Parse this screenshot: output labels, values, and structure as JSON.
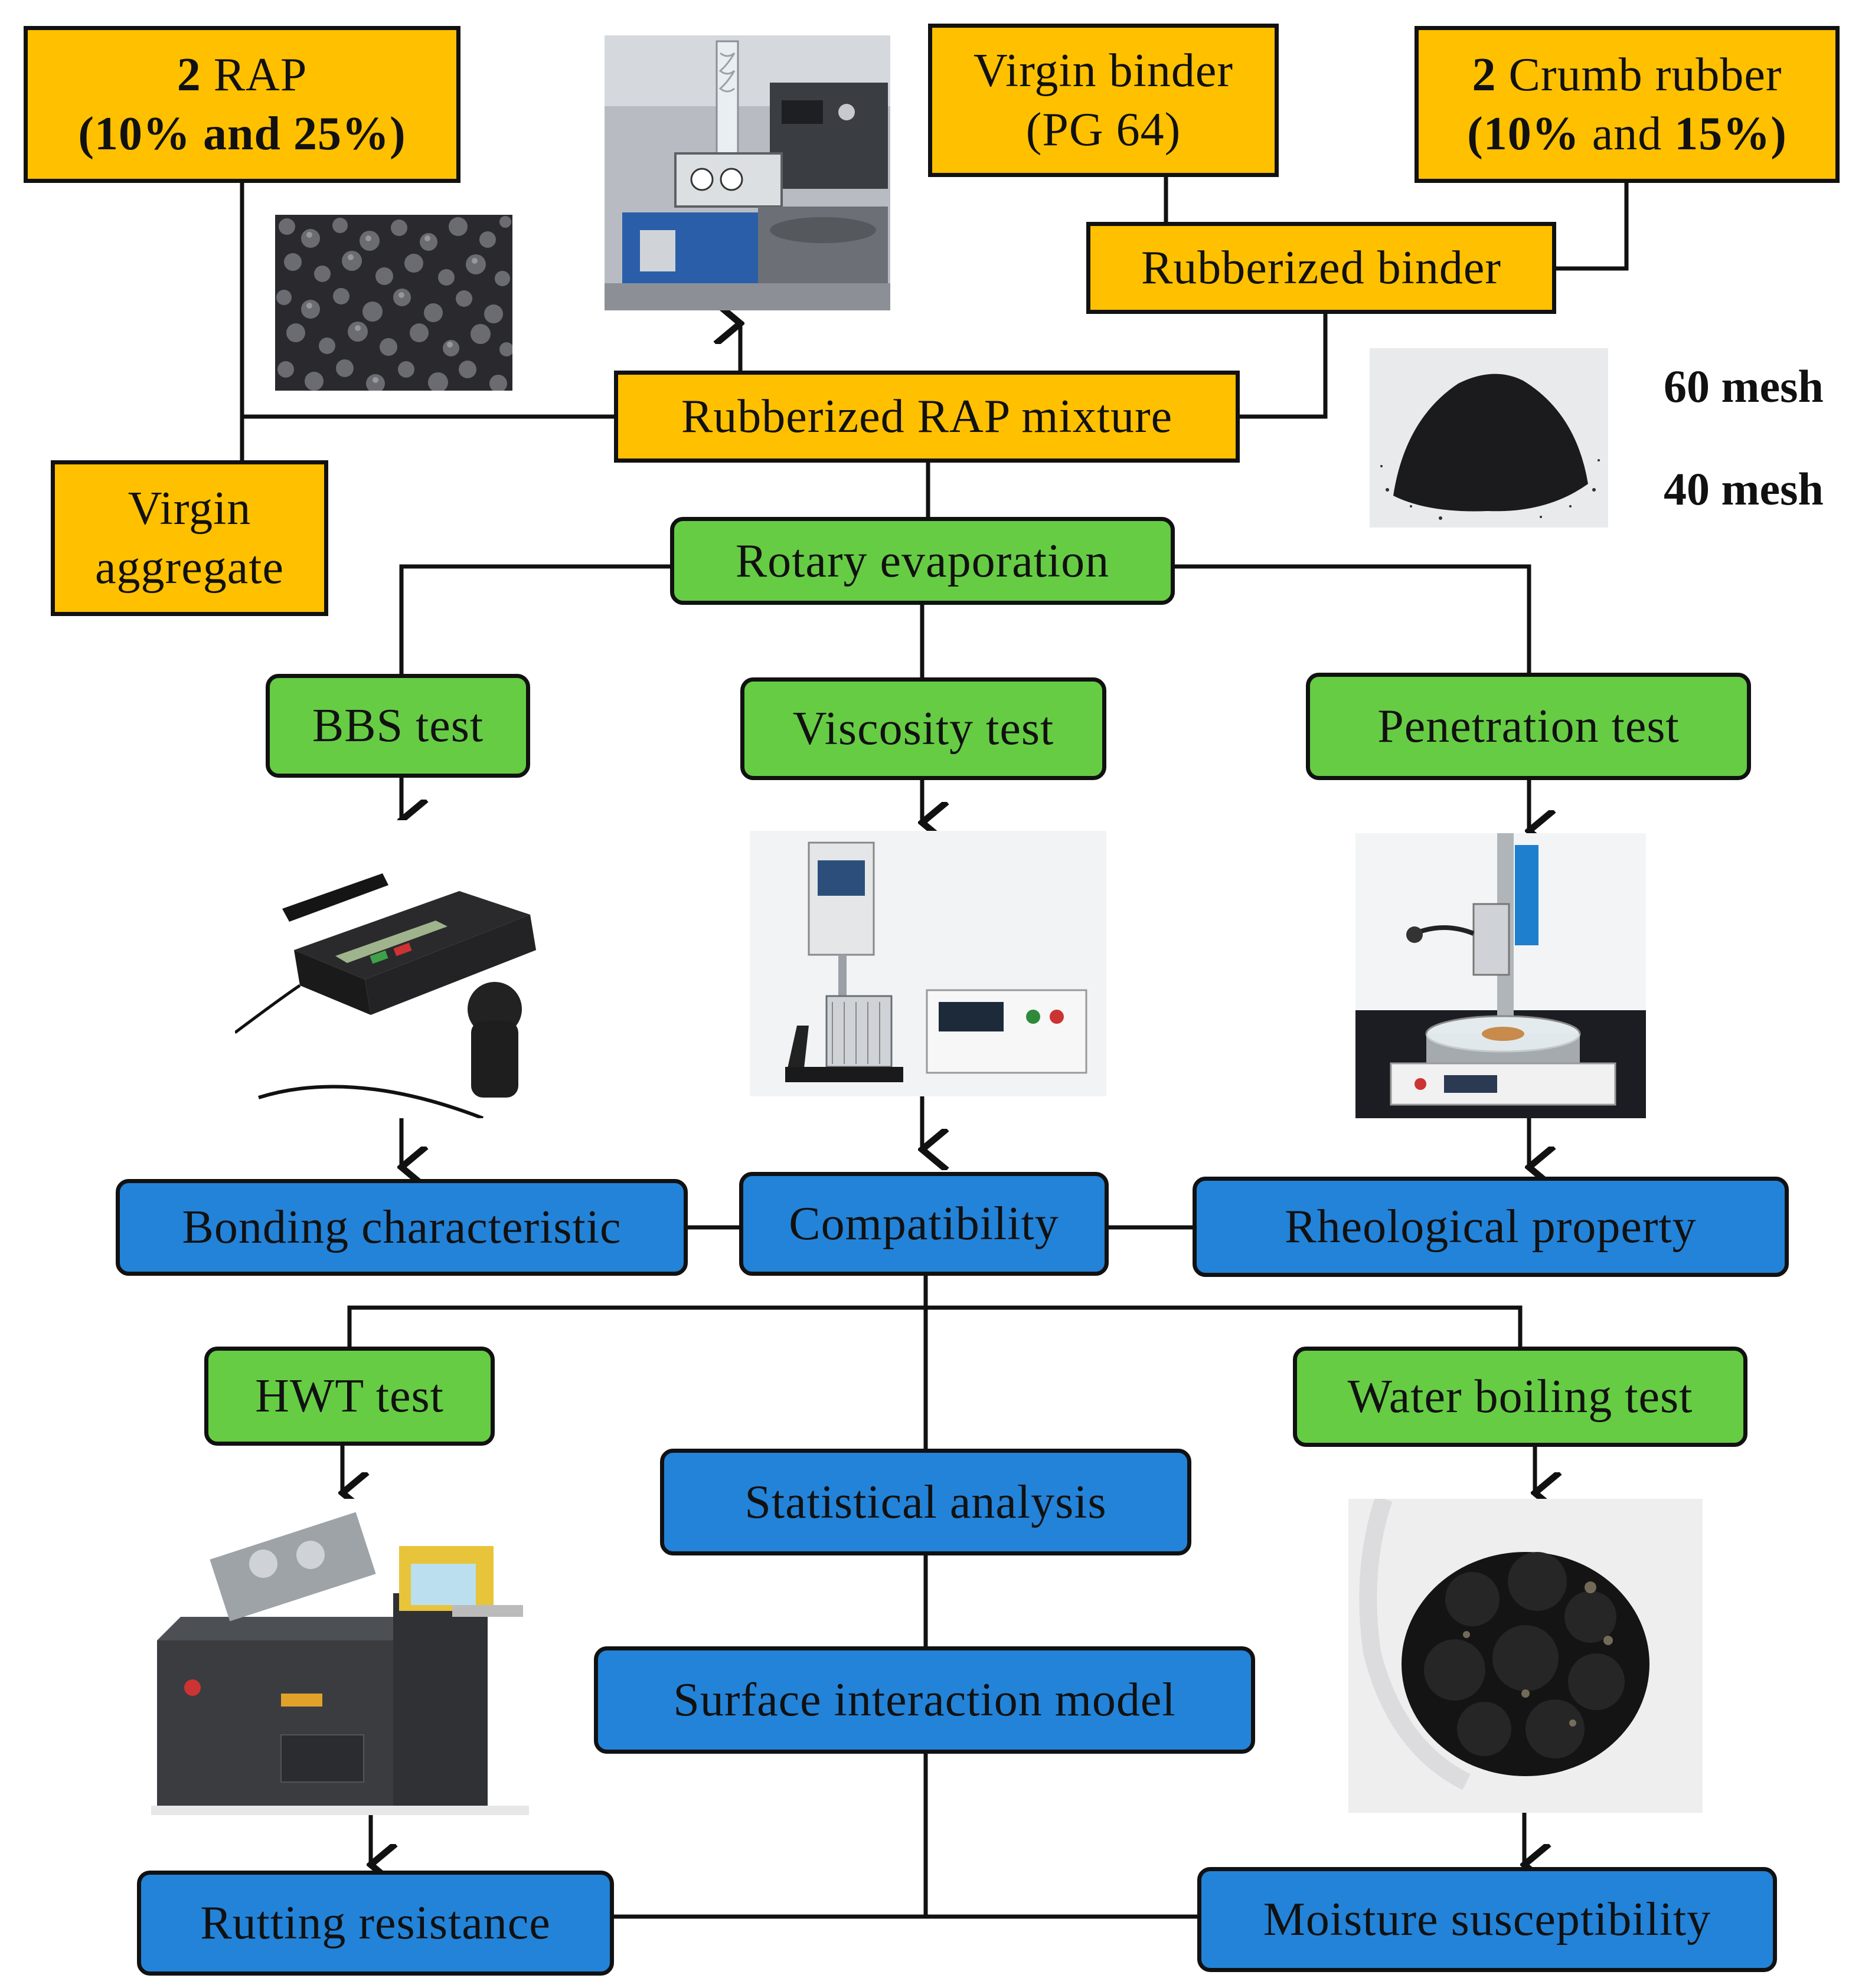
{
  "inputs": {
    "rap": {
      "line1_num": "2",
      "line1_text": "RAP",
      "line2": "(10% and 25%)"
    },
    "virgin_binder": {
      "line1": "Virgin binder",
      "line2": "(PG 64)"
    },
    "crumb_rubber": {
      "line1_num": "2",
      "line1_text": "Crumb rubber",
      "line2_a": "(10%",
      "line2_mid": "and",
      "line2_b": "15%)"
    },
    "rubberized_binder": "Rubberized binder",
    "rubberized_rap_mixture": "Rubberized RAP mixture",
    "virgin_aggregate": {
      "line1": "Virgin",
      "line2": "aggregate"
    },
    "mesh_labels": [
      "60 mesh",
      "40 mesh"
    ]
  },
  "process": {
    "rotary_evaporation": "Rotary evaporation"
  },
  "tests": {
    "bbs": "BBS test",
    "viscosity": "Viscosity test",
    "penetration": "Penetration test",
    "hwt": "HWT test",
    "water_boiling": "Water boiling test"
  },
  "outcomes": {
    "bonding": "Bonding characteristic",
    "compatibility": "Compatibility",
    "rheological": "Rheological property",
    "statistical": "Statistical analysis",
    "surface_model": "Surface interaction model",
    "rutting": "Rutting resistance",
    "moisture": "Moisture susceptibility"
  },
  "colors": {
    "input_boxes": "#ffc000",
    "test_boxes": "#66cc44",
    "outcome_boxes": "#2383d8",
    "lines": "#111111"
  },
  "icons": [
    "rap-aggregate-photo",
    "rotary-evaporator-photo",
    "crumb-rubber-photo",
    "bbs-tester-photo",
    "viscometer-photo",
    "penetrometer-photo",
    "hwt-device-photo",
    "boiled-mixture-photo"
  ]
}
